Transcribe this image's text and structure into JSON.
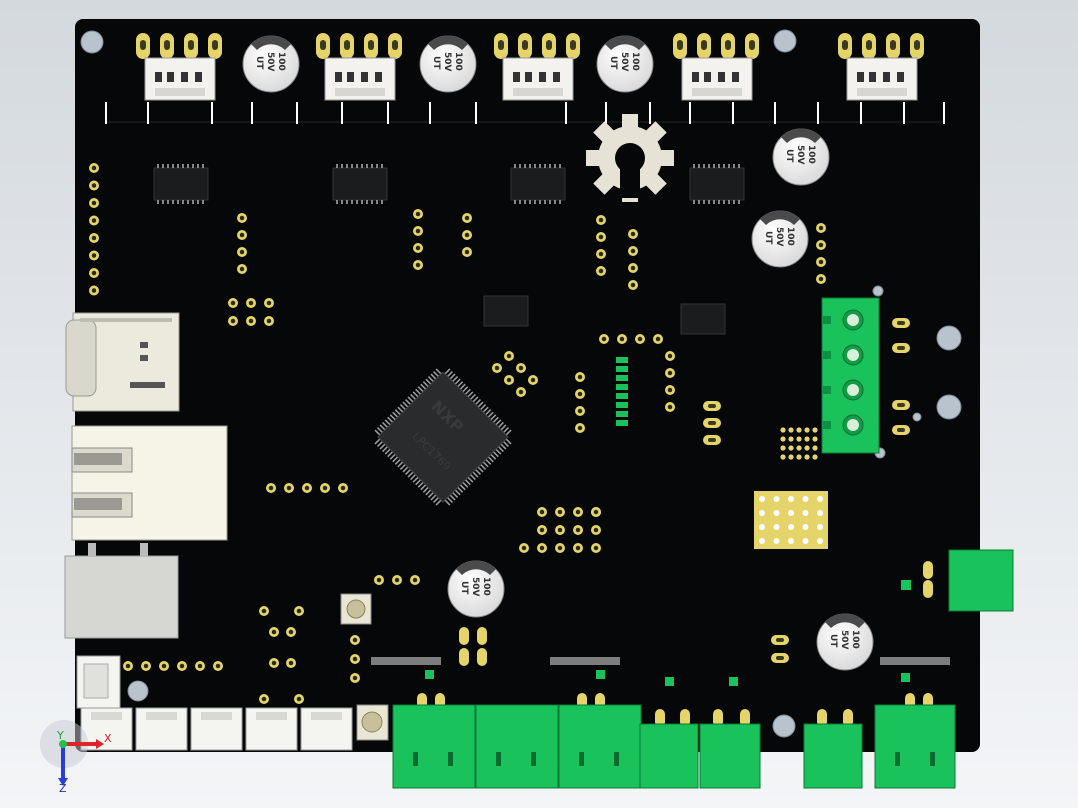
{
  "viewport": {
    "background_top": "#d4d9de",
    "background_bottom": "#f3f5f7"
  },
  "board": {
    "color": "#060708",
    "silkscreen": "#ffffff",
    "pad_gold": "#e4d46a",
    "connector_green": "#19c25a"
  },
  "mcu": {
    "logo_text": "NXP",
    "part_text": "LPC1769"
  },
  "capacitors": [
    {
      "line1": "100",
      "line2": "50V",
      "line3": "UT"
    },
    {
      "line1": "100",
      "line2": "50V",
      "line3": "UT"
    },
    {
      "line1": "100",
      "line2": "50V",
      "line3": "UT"
    },
    {
      "line1": "100",
      "line2": "50V",
      "line3": "UT"
    },
    {
      "line1": "100",
      "line2": "50V",
      "line3": "UT"
    },
    {
      "line1": "100",
      "line2": "50V",
      "line3": "UT"
    },
    {
      "line1": "100",
      "line2": "50V",
      "line3": "UT"
    }
  ],
  "triad": {
    "x_label": "X",
    "y_label": "Y",
    "z_label": "Z"
  }
}
